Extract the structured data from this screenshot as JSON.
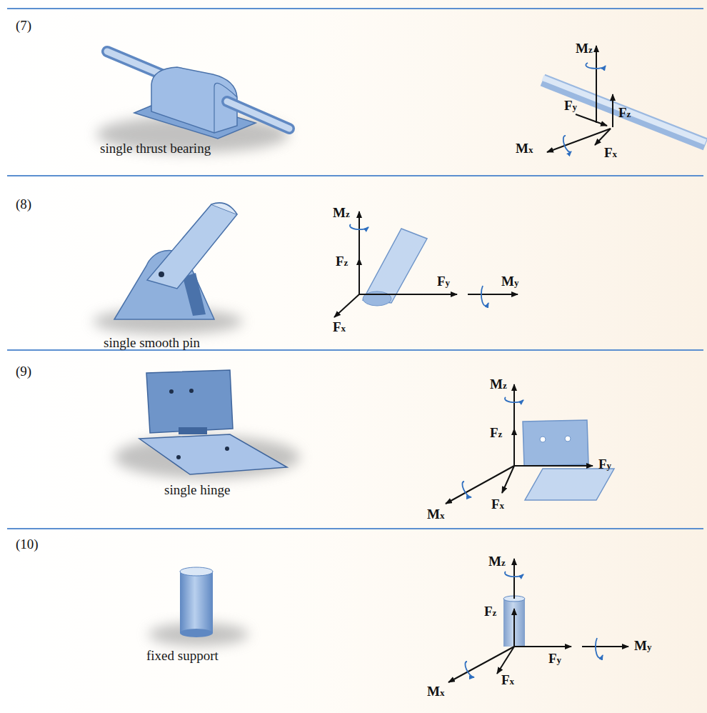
{
  "diagram": {
    "labels": [
      "(7)",
      "single thrust bearing",
      "Mz",
      "Fy",
      "Fz",
      "Mx",
      "Fx",
      "(8)",
      "single smooth pin",
      "Mz",
      "Fz",
      "Fx",
      "Fy",
      "My",
      "(9)",
      "single hinge",
      "Mz",
      "Fz",
      "Fy",
      "Fx",
      "Mx",
      "(10)",
      "fixed support",
      "Mz",
      "Fz",
      "Fx",
      "Fy",
      "Mx",
      "My"
    ]
  }
}
